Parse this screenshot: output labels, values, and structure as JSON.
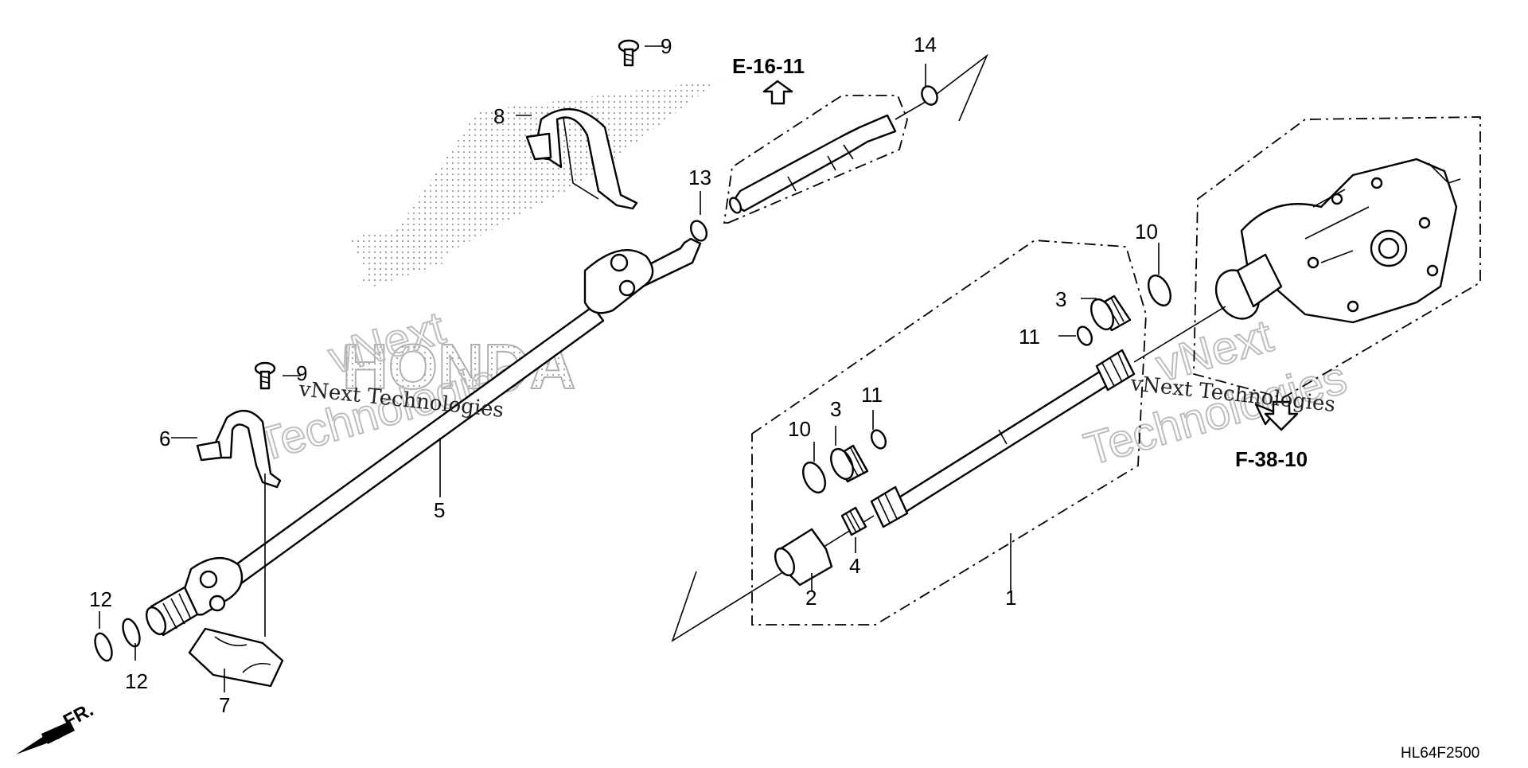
{
  "callouts": [
    {
      "id": "c1",
      "label": "1"
    },
    {
      "id": "c2",
      "label": "2"
    },
    {
      "id": "c3a",
      "label": "3"
    },
    {
      "id": "c3b",
      "label": "3"
    },
    {
      "id": "c4",
      "label": "4"
    },
    {
      "id": "c5",
      "label": "5"
    },
    {
      "id": "c6",
      "label": "6"
    },
    {
      "id": "c7",
      "label": "7"
    },
    {
      "id": "c8",
      "label": "8"
    },
    {
      "id": "c9a",
      "label": "9"
    },
    {
      "id": "c9b",
      "label": "9"
    },
    {
      "id": "c10a",
      "label": "10"
    },
    {
      "id": "c10b",
      "label": "10"
    },
    {
      "id": "c11a",
      "label": "11"
    },
    {
      "id": "c11b",
      "label": "11"
    },
    {
      "id": "c12a",
      "label": "12"
    },
    {
      "id": "c12b",
      "label": "12"
    },
    {
      "id": "c13",
      "label": "13"
    },
    {
      "id": "c14",
      "label": "14"
    }
  ],
  "references": {
    "upper": "E-16-11",
    "lower": "F-38-10"
  },
  "front_indicator": "FR.",
  "diagram_code": "HL64F2500",
  "watermark": {
    "line1": "vNext Technologies",
    "line2": "vNext Technologies",
    "big_left_1": "vNext",
    "big_left_2": "Technologies",
    "big_right_1": "vNext",
    "big_right_2": "Technologies",
    "logo": "HONDA"
  }
}
